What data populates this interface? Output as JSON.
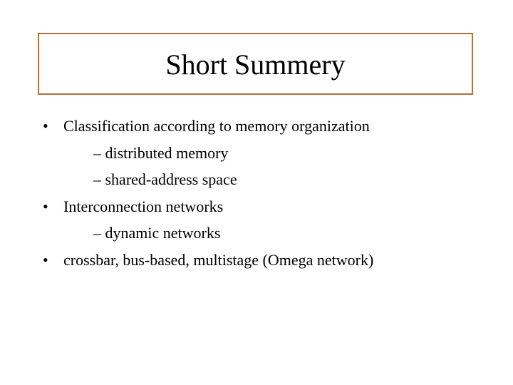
{
  "slide": {
    "title": "Short Summery",
    "accent_color": "#b5703f",
    "bullet_glyph": "•",
    "items": [
      {
        "level": 1,
        "text": "Classification according to memory organization"
      },
      {
        "level": 2,
        "text": "– distributed memory"
      },
      {
        "level": 2,
        "text": "– shared-address space"
      },
      {
        "level": 1,
        "text": "Interconnection networks"
      },
      {
        "level": 2,
        "text": "– dynamic networks"
      },
      {
        "level": 1,
        "text": "crossbar, bus-based, multistage (Omega network)"
      }
    ]
  }
}
